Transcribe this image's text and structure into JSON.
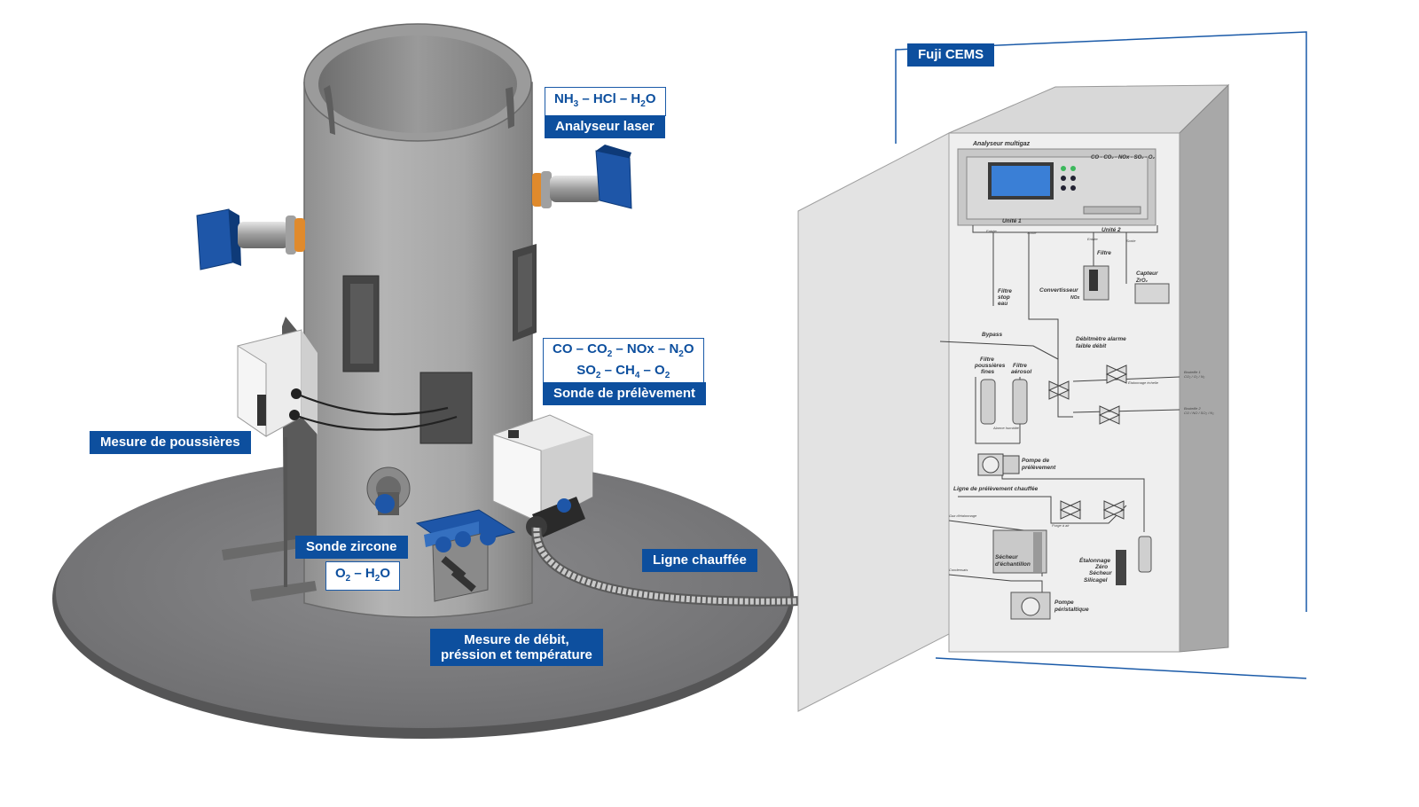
{
  "labels": {
    "fuji_cems": "Fuji CEMS",
    "laser_gases_parts": [
      "NH",
      "3",
      " – HCl – H",
      "2",
      "O"
    ],
    "laser_analyser": "Analyseur laser",
    "probe_gases_line1_parts": [
      "CO – CO",
      "2",
      " – NOx – N",
      "2",
      "O"
    ],
    "probe_gases_line2_parts": [
      "SO",
      "2",
      " – CH",
      "4",
      " – O",
      "2"
    ],
    "sampling_probe": "Sonde de prélèvement",
    "dust_measurement": "Mesure de poussières",
    "zirconia_probe": "Sonde zircone",
    "zirconia_gases_parts": [
      "O",
      "2",
      " – H",
      "2",
      "O"
    ],
    "heated_line": "Ligne chauffée",
    "flow_measure_line1": "Mesure de débit,",
    "flow_measure_line2": "préssion et température"
  },
  "cabinet": {
    "multigas_analyser": "Analyseur multigaz",
    "multigas_species": "CO - CO₂ - NOx - SO₂ - O₂",
    "unit1": "Unité 1",
    "unit2": "Unité 2",
    "entree": "Entrée",
    "sortie": "Sortie",
    "filtre": "Filtre",
    "nox_converter_1": "Convertisseur",
    "nox_converter_2": "NOx",
    "zro2_sensor_1": "Capteur",
    "zro2_sensor_2": "ZrO₂",
    "water_stop_1": "Filtre",
    "water_stop_2": "stop",
    "water_stop_3": "eau",
    "bypass": "Bypass",
    "flowmeter_1": "Débitmètre alarme",
    "flowmeter_2": "faible débit",
    "fine_dust_1": "Filtre",
    "fine_dust_2": "poussières",
    "fine_dust_3": "fines",
    "aerosol_1": "Filtre",
    "aerosol_2": "aérosol",
    "bottle1_1": "Bouteille 1",
    "bottle1_2": "CO₂ / O₂ / N₂",
    "bottle2_1": "Bouteille 2",
    "bottle2_2": "CO / NO / SO₂ / N₂",
    "span_cal": "Étalonnage échelle",
    "humidity_alarm": "Alarme humidité",
    "sampling_pump_1": "Pompe de",
    "sampling_pump_2": "prélèvement",
    "heated_sampling_line": "Ligne de prélèvement chauffée",
    "cal_gas": "Gaz d'étalonnage",
    "air_purge": "Purge à air",
    "dryer_1": "Sécheur",
    "dryer_2": "d'échantillon",
    "condensate": "Condensats",
    "zero_cal_1": "Étalonnage",
    "zero_cal_2": "Zéro",
    "zero_cal_3": "Sécheur",
    "zero_cal_4": "Silicagel",
    "peristaltic_1": "Pompe",
    "peristaltic_2": "péristaltique"
  },
  "colors": {
    "label_blue": "#0d4f9e",
    "frame_blue": "#1a5aa8",
    "stack_grey": "#a4a4a4",
    "platform_grey": "#7e7e80",
    "analyser_blue": "#1e56a8",
    "flange_orange": "#e08a2c"
  }
}
